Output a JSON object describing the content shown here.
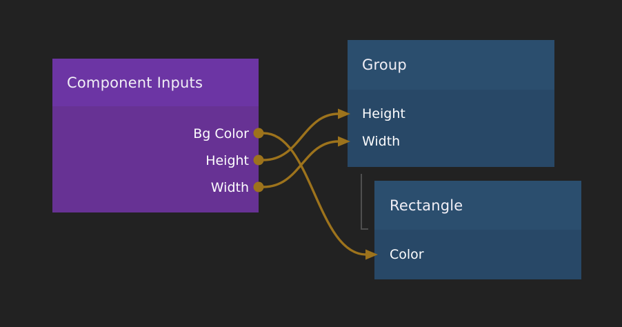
{
  "canvas": {
    "background": "#222222"
  },
  "colors": {
    "canvas_bg": "#222222",
    "wire": "#9d731c",
    "purple_header": "#6c35a4",
    "purple_body": "#673294",
    "blue_header": "#2b4e6e",
    "blue_body": "#284867",
    "hierarchy_line": "#4f4f4f",
    "title_text": "#f1eff6",
    "label_text": "#fdfdfe"
  },
  "nodes": {
    "component_inputs": {
      "title": "Component Inputs",
      "outputs": [
        "Bg Color",
        "Height",
        "Width"
      ]
    },
    "group": {
      "title": "Group",
      "inputs": [
        "Height",
        "Width"
      ]
    },
    "rectangle": {
      "title": "Rectangle",
      "inputs": [
        "Color"
      ]
    }
  },
  "connections": [
    {
      "from_node": "Component Inputs",
      "from_port": "Bg Color",
      "to_node": "Rectangle",
      "to_port": "Color"
    },
    {
      "from_node": "Component Inputs",
      "from_port": "Height",
      "to_node": "Group",
      "to_port": "Height"
    },
    {
      "from_node": "Component Inputs",
      "from_port": "Width",
      "to_node": "Group",
      "to_port": "Width"
    }
  ],
  "hierarchy": [
    {
      "parent": "Group",
      "child": "Rectangle"
    }
  ]
}
